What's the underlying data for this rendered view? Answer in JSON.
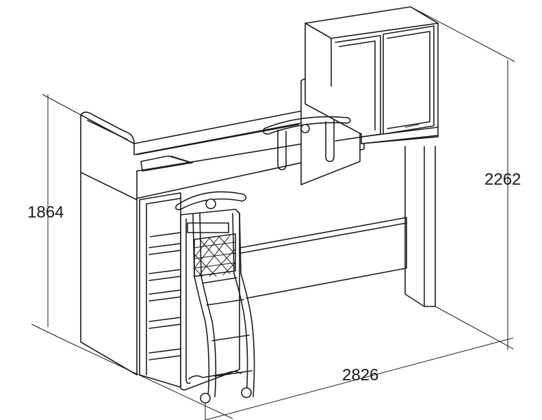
{
  "dimensions": {
    "height_bed": "1864",
    "height_total": "2262",
    "length": "2826"
  }
}
